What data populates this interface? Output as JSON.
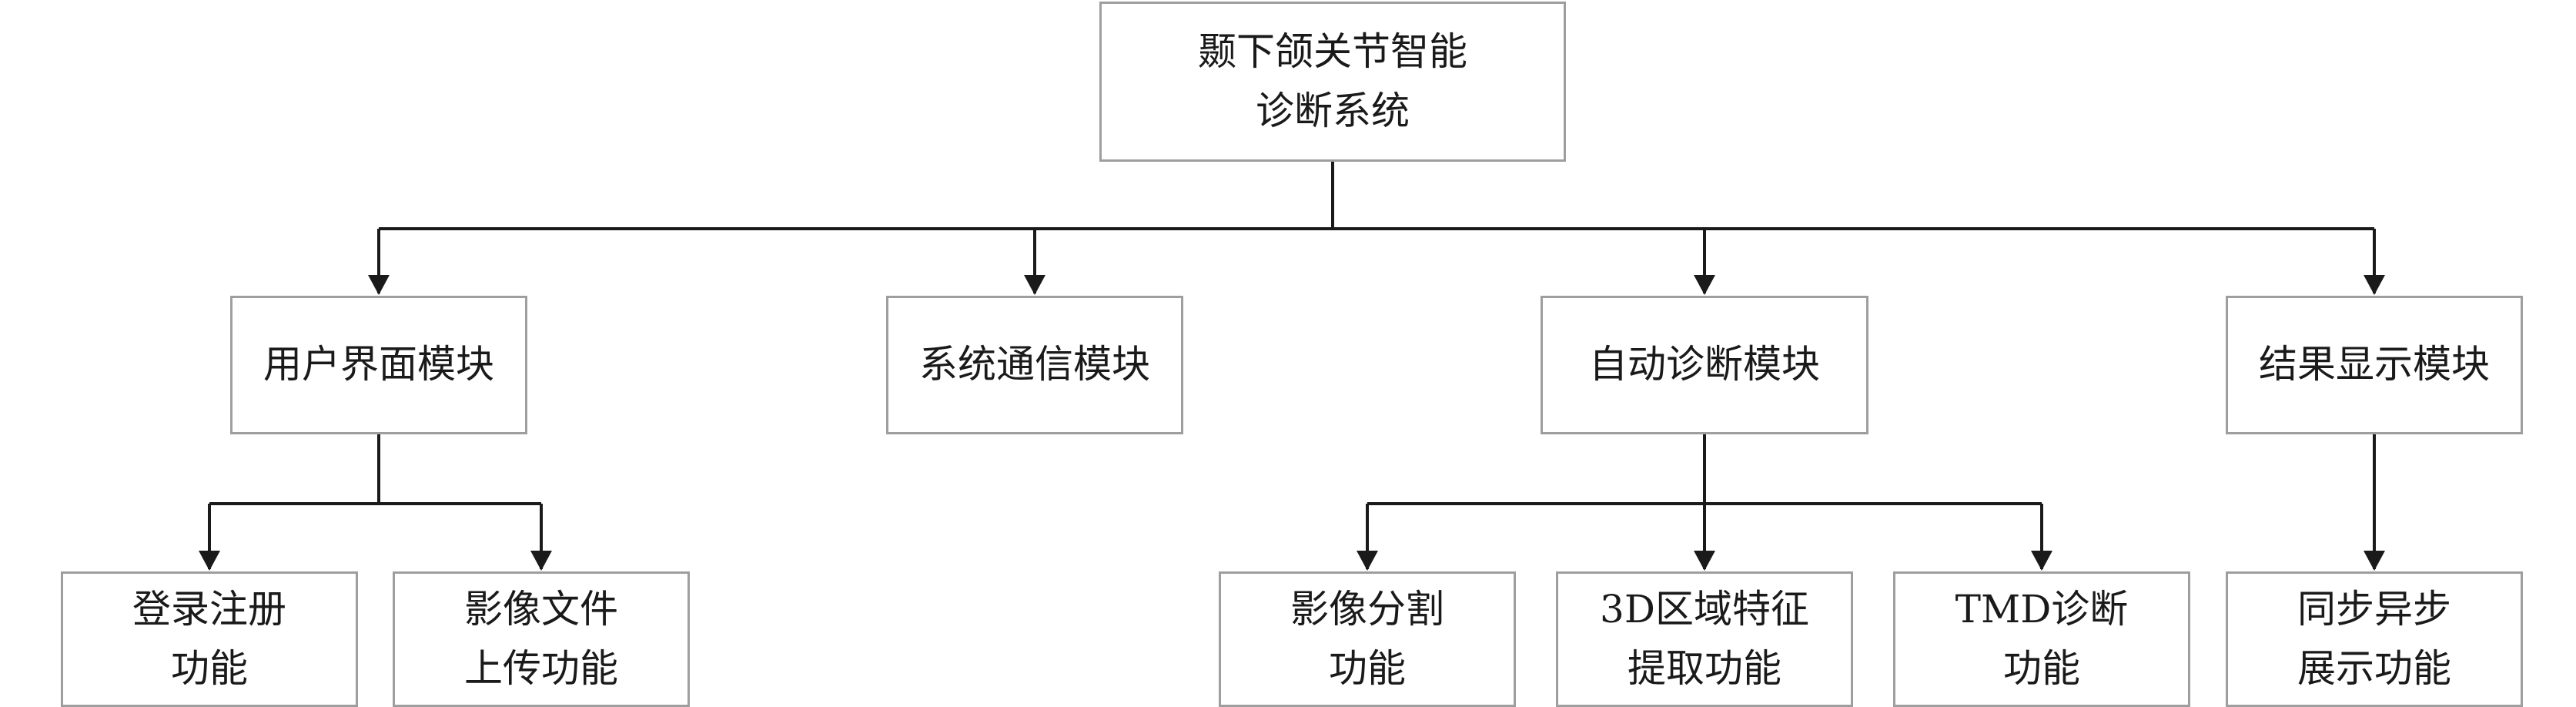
{
  "root": {
    "line1": "颞下颌关节智能",
    "line2": "诊断系统"
  },
  "modules": {
    "ui": {
      "label": "用户界面模块"
    },
    "comm": {
      "label": "系统通信模块"
    },
    "diag": {
      "label": "自动诊断模块"
    },
    "result": {
      "label": "结果显示模块"
    }
  },
  "functions": {
    "login": {
      "line1": "登录注册",
      "line2": "功能"
    },
    "upload": {
      "line1": "影像文件",
      "line2": "上传功能"
    },
    "segment": {
      "line1": "影像分割",
      "line2": "功能"
    },
    "feature": {
      "line1": "3D区域特征",
      "line2": "提取功能"
    },
    "tmd": {
      "line1": "TMD诊断",
      "line2": "功能"
    },
    "sync": {
      "line1": "同步异步",
      "line2": "展示功能"
    }
  },
  "style": {
    "line_color": "#1a1a1a",
    "border_color": "#9e9e9e",
    "text_color": "#1a1a1a"
  }
}
